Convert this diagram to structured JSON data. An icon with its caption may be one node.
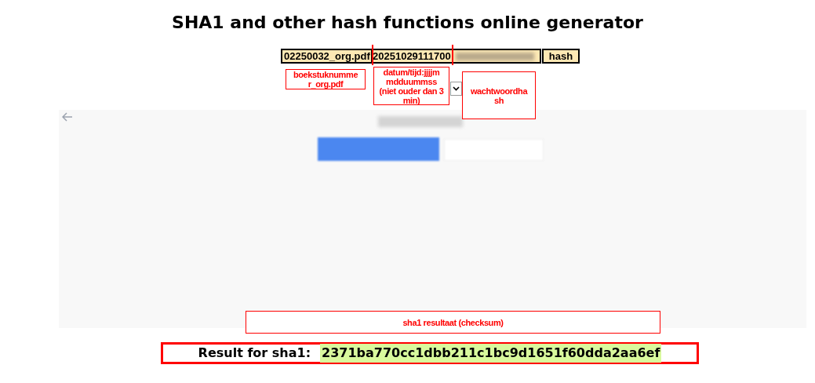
{
  "diagram": {
    "title": "SHA1 and other hash functions online generator",
    "nodes": [
      {
        "text": [
          "boekstuknumme r_org.pdf"
        ]
      },
      {
        "text": [
          "datum/tijd:jjjjm mdduummss (niet ouder dan 3 min)"
        ]
      },
      {
        "text": [
          "wachtwoordha sh"
        ]
      },
      {
        "text": [
          "sha1 resultaat (checksum)"
        ]
      },
      {
        "text": [
          "Result for sha1:",
          "2371ba770cc1dbb211c1bc9d1651f60dda2aa6ef"
        ]
      }
    ],
    "edges": [],
    "labels": [
      "02250032_org.pdf",
      "20251029111700",
      "hash"
    ]
  }
}
